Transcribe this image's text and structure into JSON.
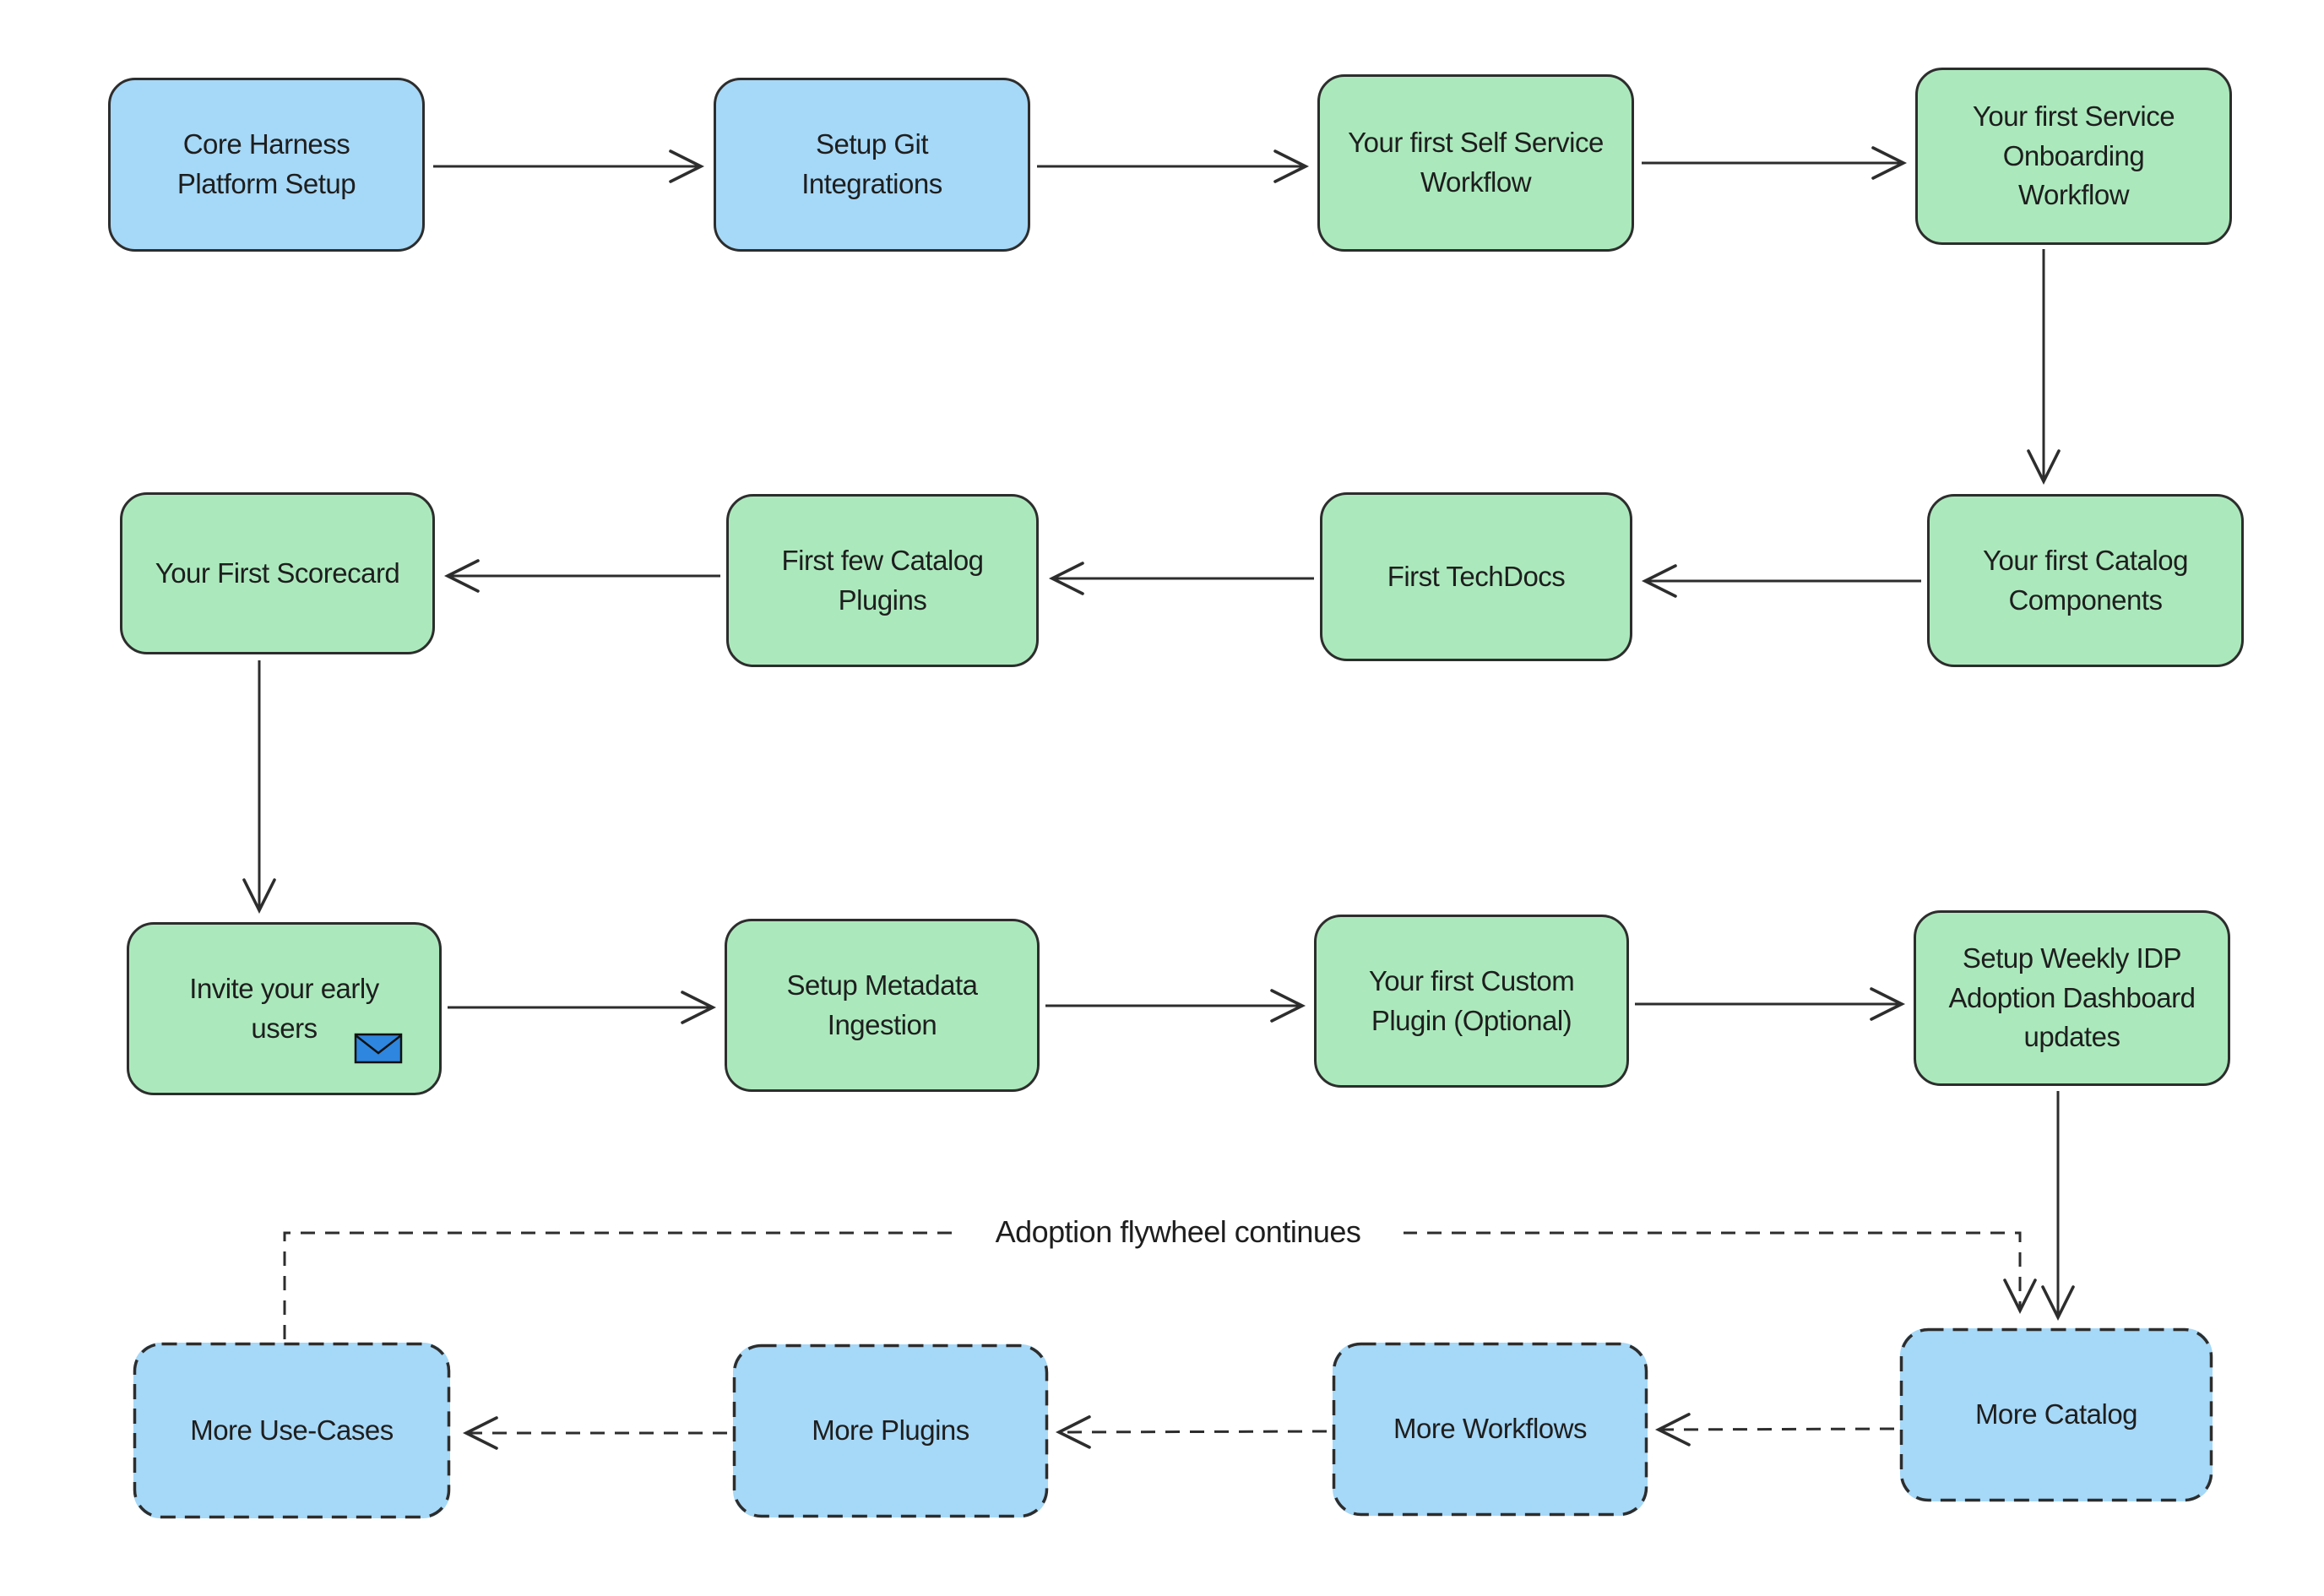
{
  "diagram": {
    "flywheel_label": "Adoption flywheel continues"
  },
  "colors": {
    "blue": "#a6d8f7",
    "green": "#abe9bc",
    "stroke": "#2d2d2d",
    "envelope_blue": "#2e86de",
    "text": "#1e1e1e"
  },
  "nodes": [
    {
      "id": "core-harness-platform-setup",
      "label": "Core Harness\nPlatform Setup",
      "color": "blue",
      "border": "solid"
    },
    {
      "id": "setup-git-integrations",
      "label": "Setup Git\nIntegrations",
      "color": "blue",
      "border": "solid"
    },
    {
      "id": "first-self-service-workflow",
      "label": "Your first Self Service\nWorkflow",
      "color": "green",
      "border": "solid"
    },
    {
      "id": "first-service-onboarding-workflow",
      "label": "Your first Service\nOnboarding\nWorkflow",
      "color": "green",
      "border": "solid"
    },
    {
      "id": "first-catalog-components",
      "label": "Your first Catalog\nComponents",
      "color": "green",
      "border": "solid"
    },
    {
      "id": "first-techdocs",
      "label": "First TechDocs",
      "color": "green",
      "border": "solid"
    },
    {
      "id": "first-few-catalog-plugins",
      "label": "First few Catalog\nPlugins",
      "color": "green",
      "border": "solid"
    },
    {
      "id": "your-first-scorecard",
      "label": "Your First Scorecard",
      "color": "green",
      "border": "solid"
    },
    {
      "id": "invite-early-users",
      "label": "Invite your early\nusers",
      "color": "green",
      "border": "solid",
      "icon": "envelope-icon"
    },
    {
      "id": "setup-metadata-ingestion",
      "label": "Setup Metadata\nIngestion",
      "color": "green",
      "border": "solid"
    },
    {
      "id": "first-custom-plugin",
      "label": "Your first Custom\nPlugin (Optional)",
      "color": "green",
      "border": "solid"
    },
    {
      "id": "setup-weekly-idp-dashboard",
      "label": "Setup Weekly IDP\nAdoption Dashboard\nupdates",
      "color": "green",
      "border": "solid"
    },
    {
      "id": "more-use-cases",
      "label": "More Use-Cases",
      "color": "blue",
      "border": "dashed"
    },
    {
      "id": "more-plugins",
      "label": "More Plugins",
      "color": "blue",
      "border": "dashed"
    },
    {
      "id": "more-workflows",
      "label": "More Workflows",
      "color": "blue",
      "border": "dashed"
    },
    {
      "id": "more-catalog",
      "label": "More Catalog",
      "color": "blue",
      "border": "dashed"
    }
  ]
}
